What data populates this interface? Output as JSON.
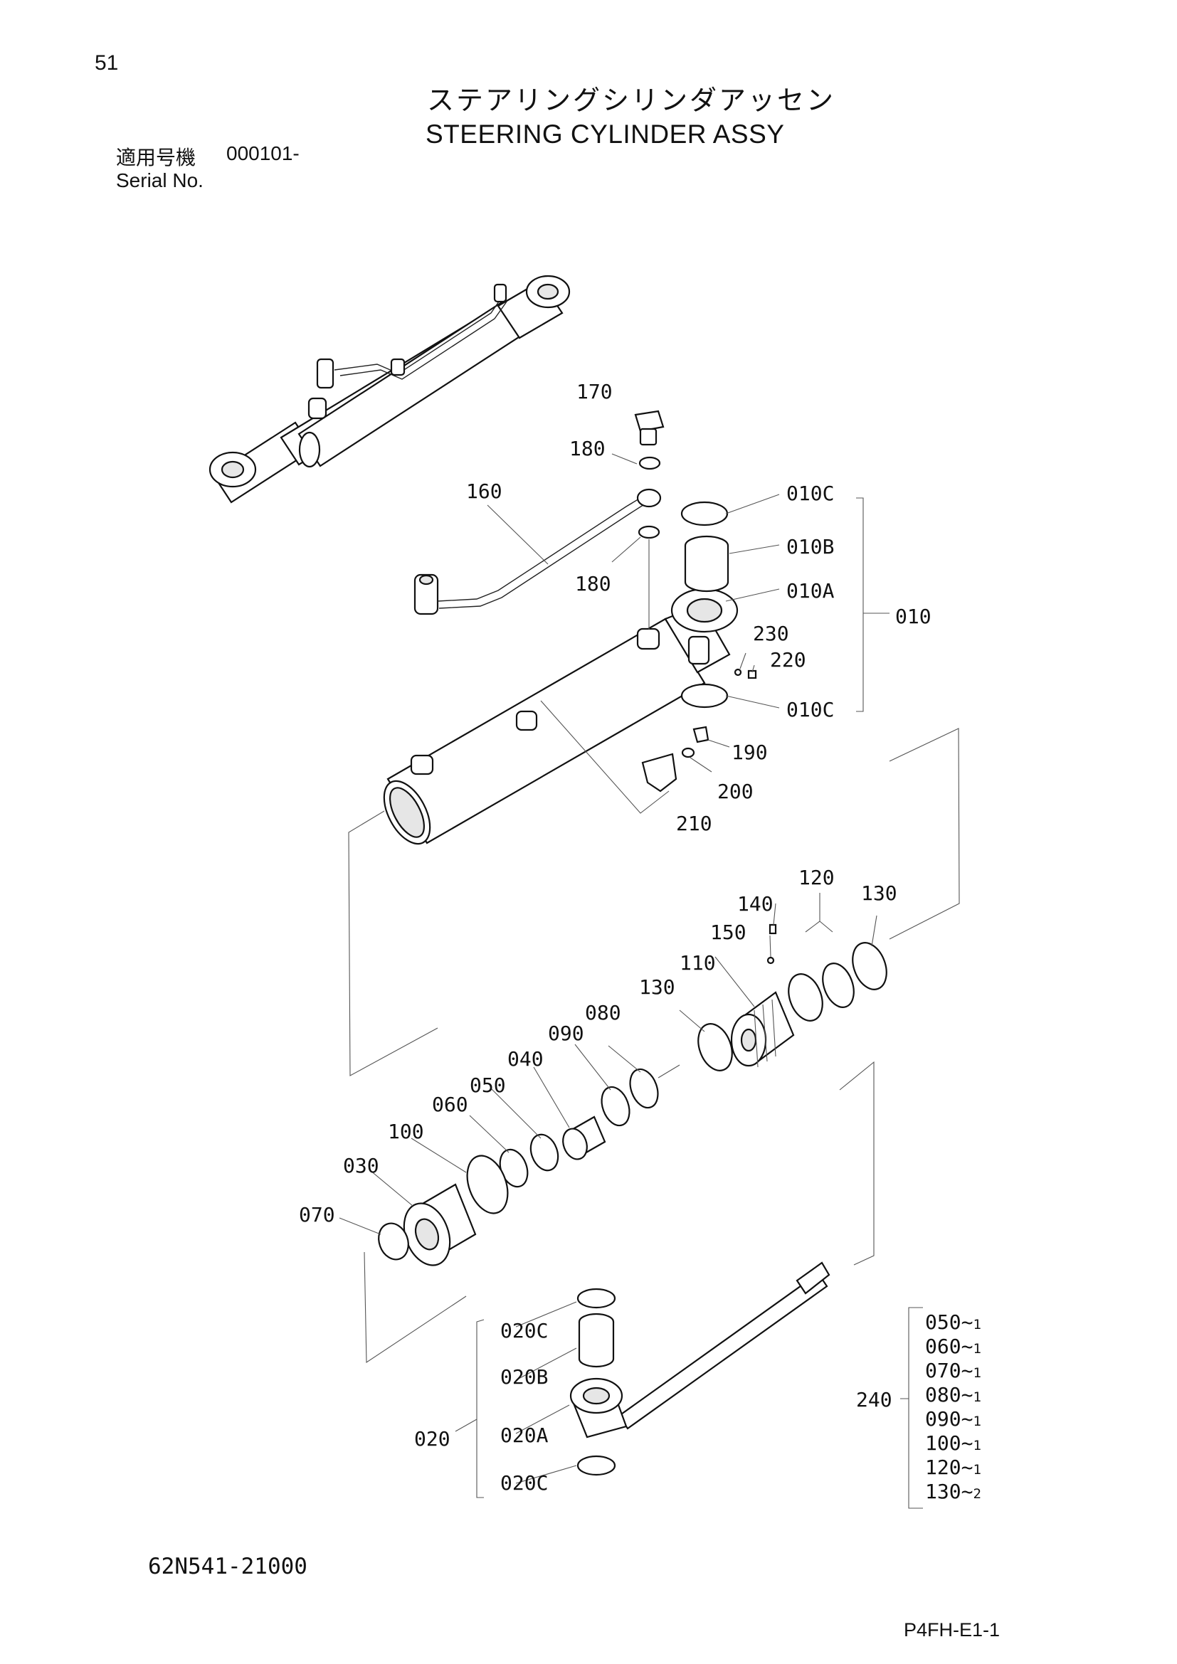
{
  "header": {
    "page_number": "51",
    "title_jp": "ステアリングシリンダアッセン",
    "title_en": "STEERING CYLINDER ASSY",
    "serial_label_jp": "適用号機",
    "serial_value": "000101-",
    "serial_label_en": "Serial No."
  },
  "footer": {
    "part_number": "62N541-21000",
    "sheet_code": "P4FH-E1-1"
  },
  "callouts": {
    "p170": "170",
    "p180a": "180",
    "p160": "160",
    "p180b": "180",
    "p010c_top": "010C",
    "p010b": "010B",
    "p010a": "010A",
    "p010": "010",
    "p230": "230",
    "p220": "220",
    "p010c_bot": "010C",
    "p190": "190",
    "p200": "200",
    "p210": "210",
    "p120": "120",
    "p130a": "130",
    "p140": "140",
    "p150": "150",
    "p110": "110",
    "p130b": "130",
    "p080": "080",
    "p090": "090",
    "p040": "040",
    "p050": "050",
    "p060": "060",
    "p100": "100",
    "p030": "030",
    "p070": "070",
    "p020c_top": "020C",
    "p020b": "020B",
    "p020": "020",
    "p020a": "020A",
    "p020c_bot": "020C"
  },
  "kit": {
    "label": "240",
    "items": [
      {
        "part": "050",
        "sep": "~",
        "qty": "1"
      },
      {
        "part": "060",
        "sep": "~",
        "qty": "1"
      },
      {
        "part": "070",
        "sep": "~",
        "qty": "1"
      },
      {
        "part": "080",
        "sep": "~",
        "qty": "1"
      },
      {
        "part": "090",
        "sep": "~",
        "qty": "1"
      },
      {
        "part": "100",
        "sep": "~",
        "qty": "1"
      },
      {
        "part": "120",
        "sep": "~",
        "qty": "1"
      },
      {
        "part": "130",
        "sep": "~",
        "qty": "2"
      }
    ]
  }
}
